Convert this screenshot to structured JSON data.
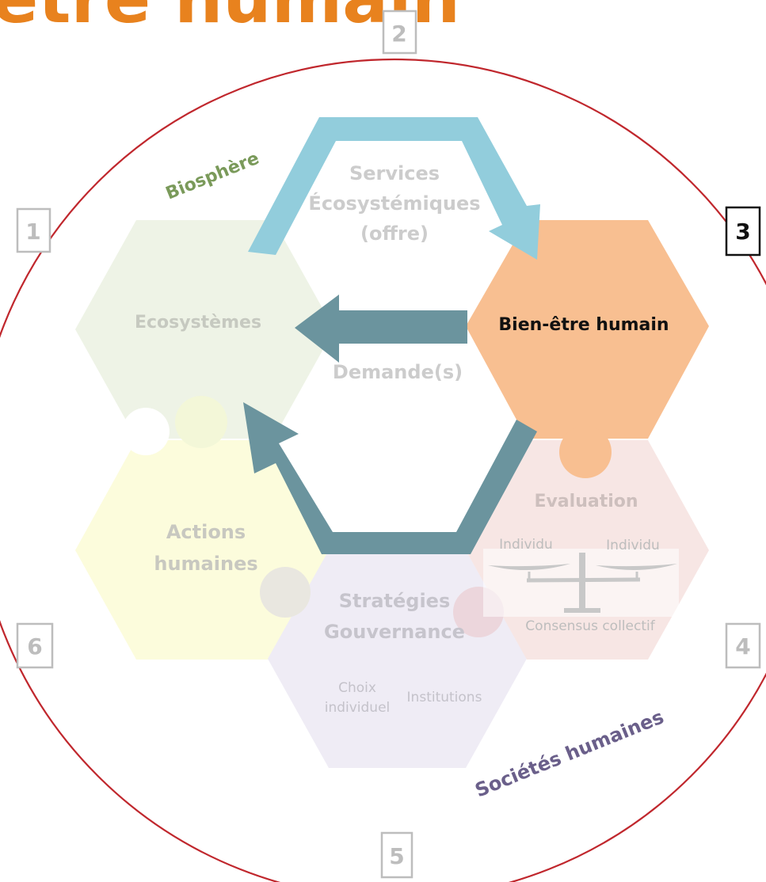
{
  "title": "être humain",
  "boxes": [
    "1",
    "2",
    "3",
    "4",
    "5",
    "6"
  ],
  "circle_labels": {
    "biosphere": "Biosphère",
    "societes": "Sociétés humaines"
  },
  "hexes": {
    "ecosystemes": "Ecosystèmes",
    "bien_etre": "Bien-être humain",
    "actions_1": "Actions",
    "actions_2": "humaines",
    "strategies_1": "Stratégies",
    "strategies_2": "Gouvernance",
    "evaluation": "Evaluation"
  },
  "arrows": {
    "services_1": "Services",
    "services_2": "Écosystémiques",
    "services_3": "(offre)",
    "demande": "Demande(s)"
  },
  "sub_labels": {
    "individu_left": "Individu",
    "individu_right": "Individu",
    "consensus": "Consensus collectif",
    "choix_1": "Choix",
    "choix_2": "individuel",
    "institutions": "Institutions"
  },
  "colors": {
    "title": "#E8821E",
    "circle": "#C0272D",
    "biosphere": "#7A9A5A",
    "societes": "#6A5F8A",
    "services_arrow": "#92CDDC",
    "demand_arrow": "#6B949E",
    "bien_etre_hex": "#F8BF91",
    "eco_hex": "#EEF3E6",
    "actions_hex": "#FCFCDC",
    "strategies_hex": "#EFECF5",
    "evaluation_hex": "#F7E6E4"
  }
}
